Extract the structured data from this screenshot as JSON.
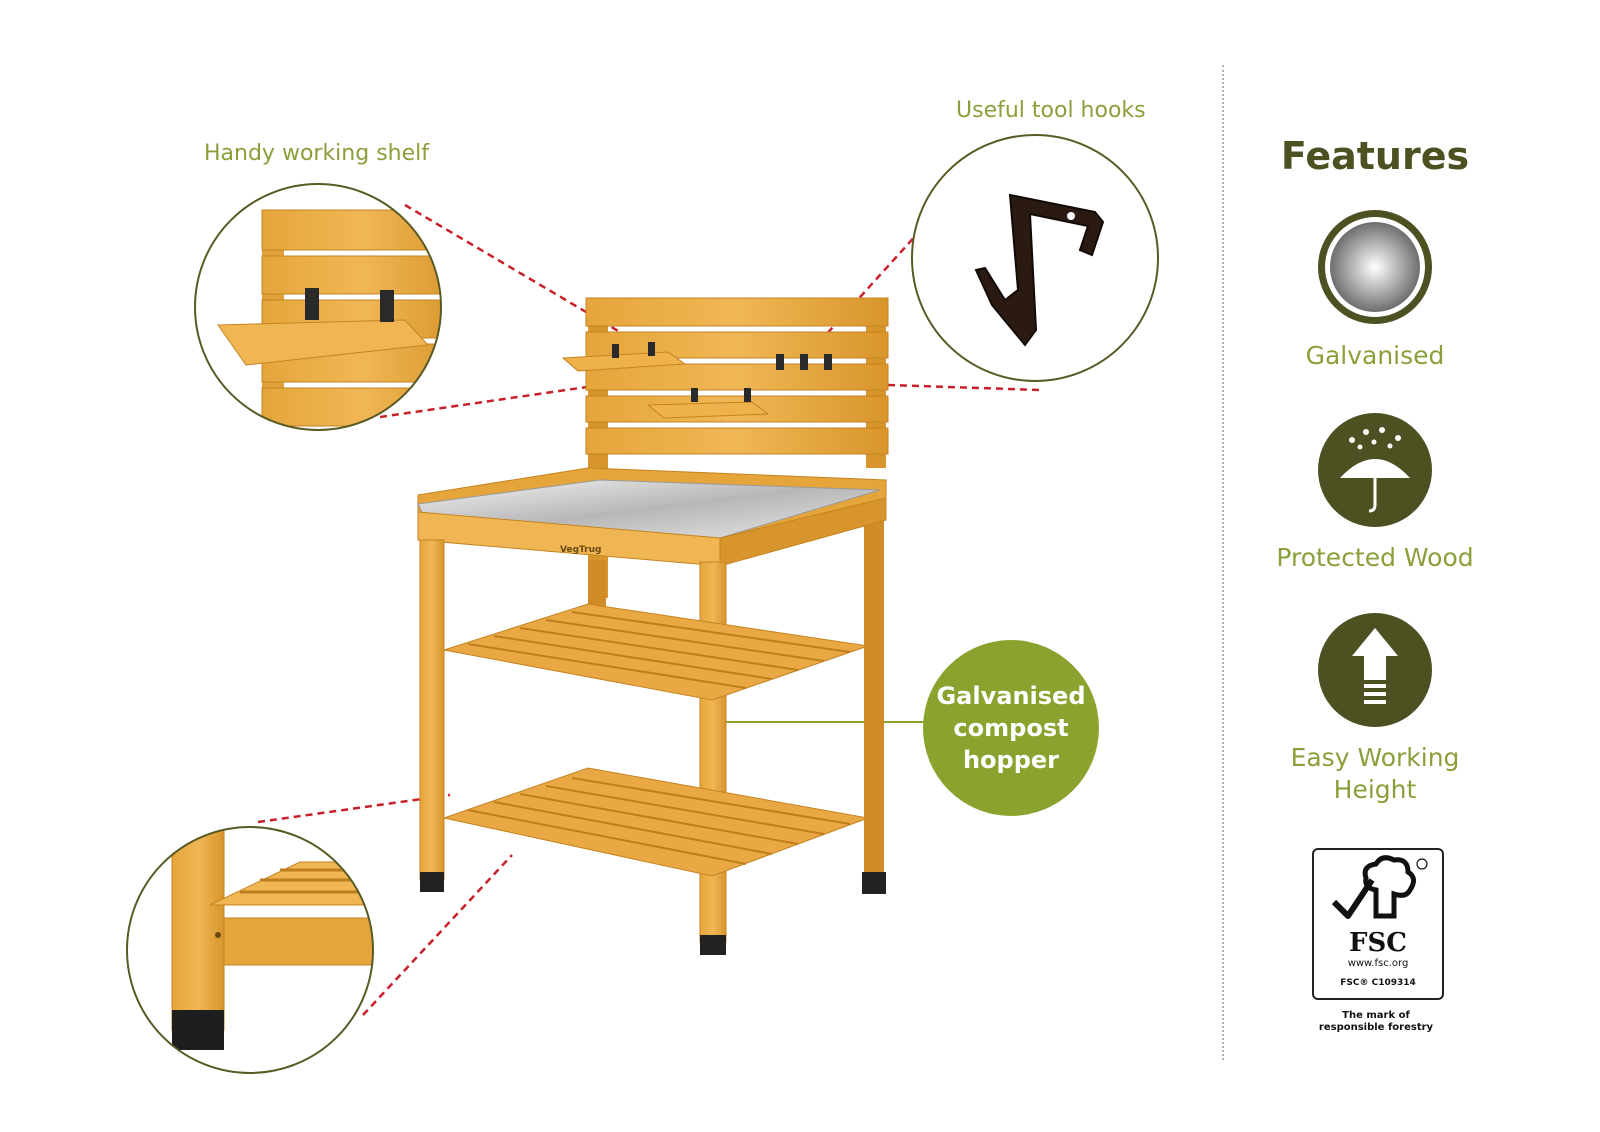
{
  "callouts": {
    "shelf": "Handy working shelf",
    "hooks": "Useful tool hooks",
    "hopper_line1": "Galvanised",
    "hopper_line2": "compost",
    "hopper_line3": "hopper"
  },
  "product": {
    "brand_mark": "VegTrug"
  },
  "features": {
    "title": "Features",
    "items": [
      {
        "label": "Galvanised",
        "icon": "galvanised-disc-icon"
      },
      {
        "label": "Protected Wood",
        "icon": "umbrella-rain-icon"
      },
      {
        "label_line1": "Easy Working",
        "label_line2": "Height",
        "icon": "up-arrow-icon"
      }
    ]
  },
  "fsc": {
    "word": "FSC",
    "url": "www.fsc.org",
    "code": "FSC® C109314",
    "tagline_line1": "The mark of",
    "tagline_line2": "responsible forestry",
    "icon": "fsc-tree-check-icon"
  },
  "colors": {
    "accent_green": "#8aa03a",
    "dark_olive": "#4d5021",
    "badge_green": "#8aa22e",
    "wood": "#e0a13a",
    "leader_red": "#c8202a"
  }
}
